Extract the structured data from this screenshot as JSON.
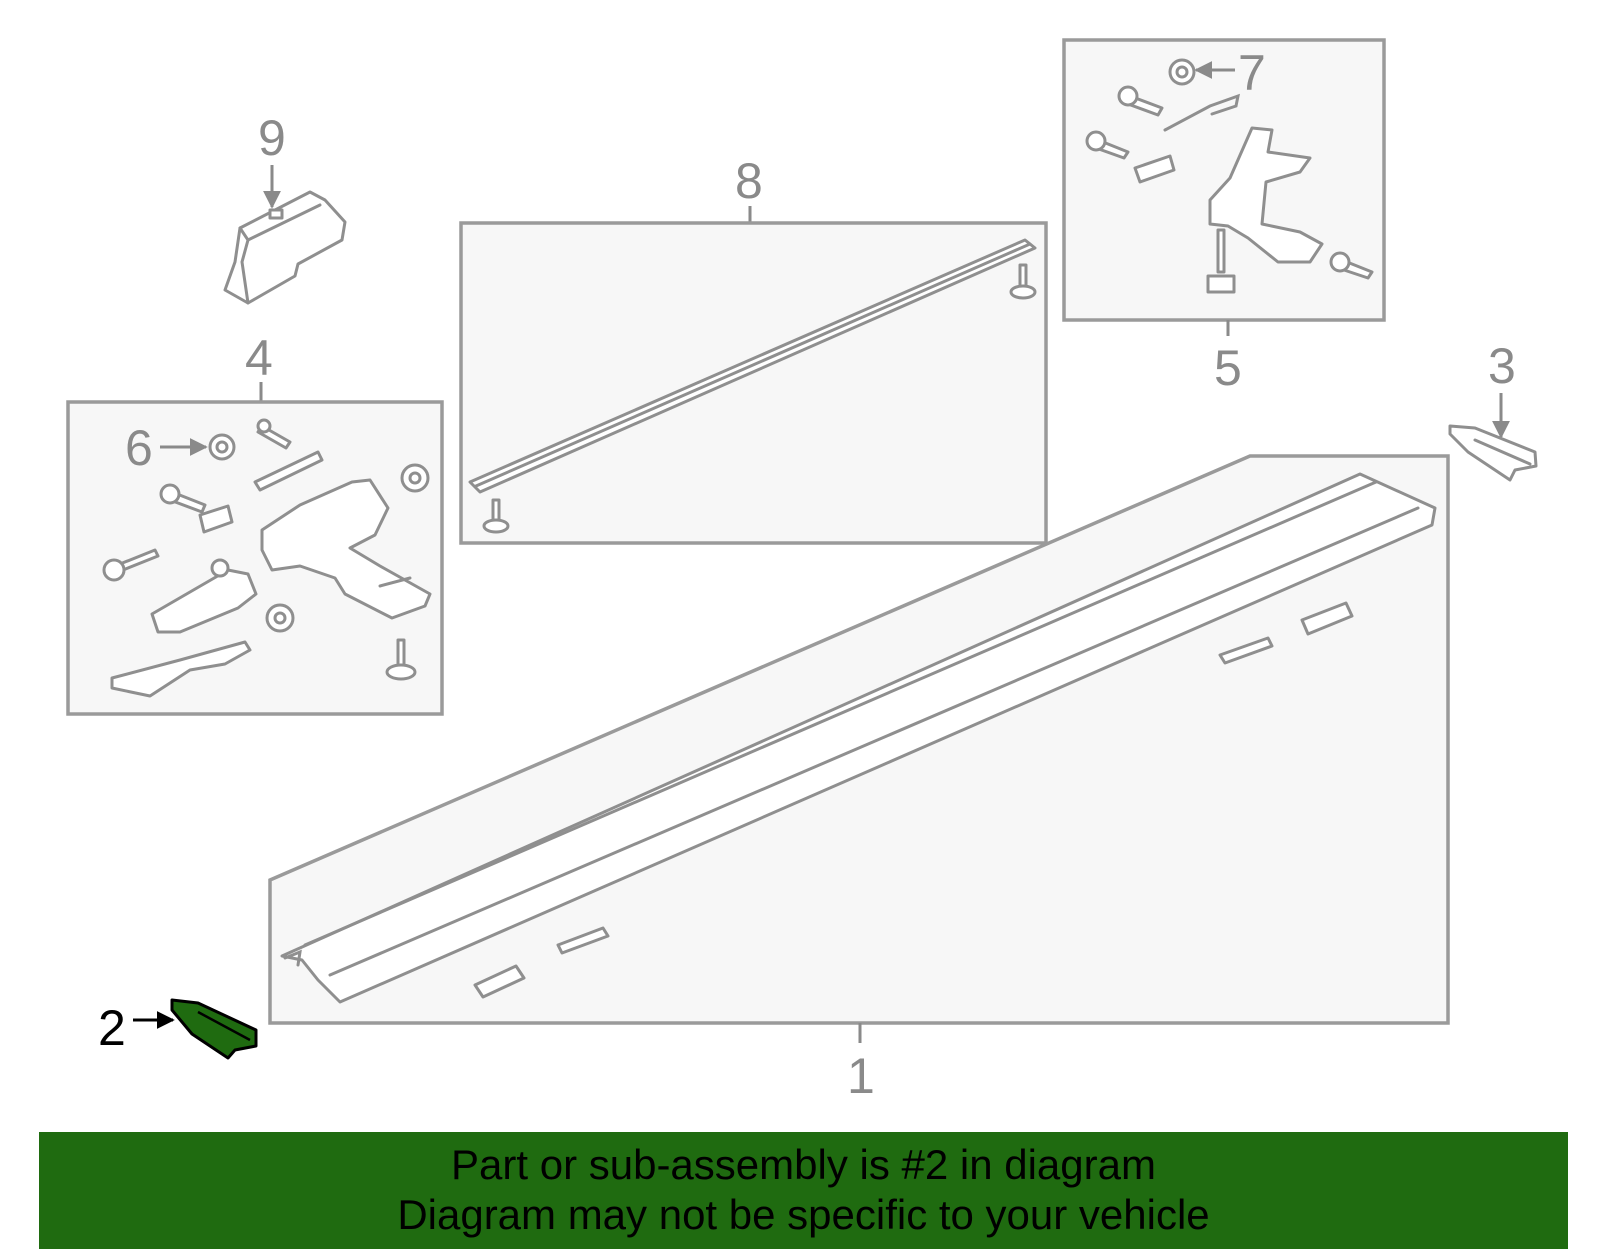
{
  "callouts": {
    "c1": "1",
    "c2": "2",
    "c3": "3",
    "c4": "4",
    "c5": "5",
    "c6": "6",
    "c7": "7",
    "c8": "8",
    "c9": "9"
  },
  "highlighted_part": "2",
  "colors": {
    "banner_background": "#1f6b10",
    "highlight_fill": "#1f6b10",
    "line_gray": "#8f8f8f",
    "box_fill": "#f7f7f7"
  },
  "banner": {
    "line1": "Part or sub-assembly is #2 in diagram",
    "line2": "Diagram may not be specific to your vehicle"
  }
}
